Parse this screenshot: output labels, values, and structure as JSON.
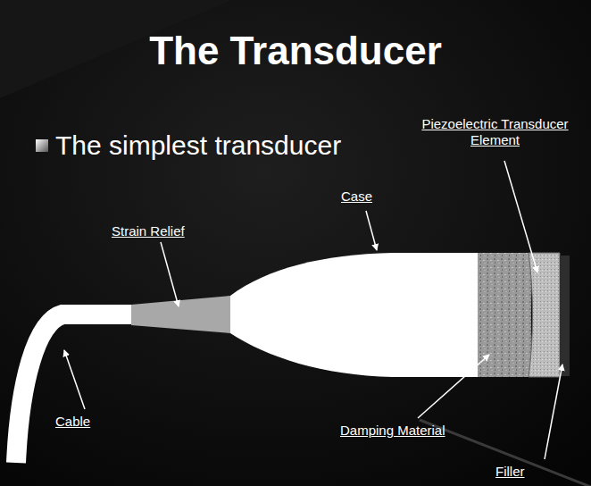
{
  "diagram": {
    "title": "The Transducer",
    "labels": [
      "The simplest transducer",
      "Piezoelectric Transducer Element",
      "Case",
      "Strain Relief",
      "Cable",
      "Damping Material",
      "Filler"
    ]
  }
}
